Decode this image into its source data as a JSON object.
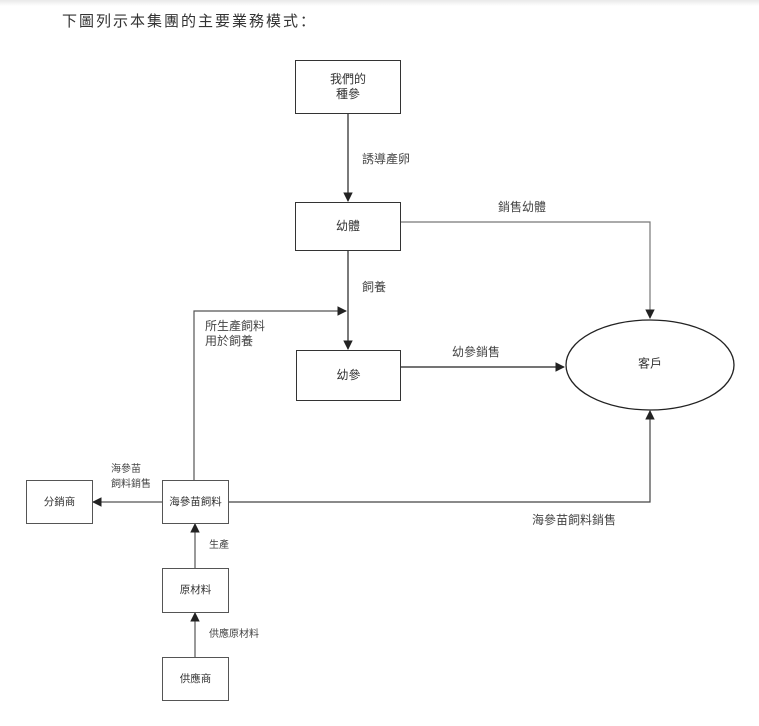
{
  "title": "下圖列示本集團的主要業務模式：",
  "nodes": {
    "our_broodstock": {
      "line1": "我們的",
      "line2": "種參"
    },
    "larvae": "幼體",
    "juvenile": "幼參",
    "customers": "客戶",
    "seedling_feed": "海參苗飼料",
    "distributors": "分銷商",
    "raw_materials": "原材料",
    "suppliers": "供應商"
  },
  "edges": {
    "induce_spawning": "誘導產卵",
    "larvae_sales": "銷售幼體",
    "breeding": "飼養",
    "juvenile_sales": "幼參銷售",
    "feed_for_breeding": {
      "line1": "所生產飼料",
      "line2": "用於飼養"
    },
    "feed_sales_distributor": {
      "line1": "海參苗",
      "line2": "飼料銷售"
    },
    "feed_sales_customer": "海參苗飼料銷售",
    "production": "生產",
    "supply_raw_materials": "供應原材料"
  }
}
